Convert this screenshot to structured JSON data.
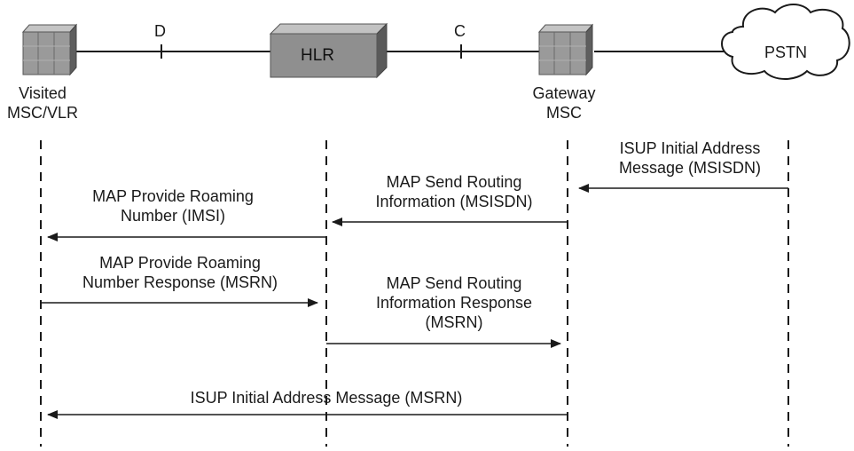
{
  "nodes": {
    "visited_msc": {
      "label_line1": "Visited",
      "label_line2": "MSC/VLR"
    },
    "hlr": {
      "label": "HLR"
    },
    "gateway_msc": {
      "label_line1": "Gateway",
      "label_line2": "MSC"
    },
    "pstn": {
      "label": "PSTN"
    }
  },
  "interfaces": {
    "d": "D",
    "c": "C"
  },
  "messages": {
    "m1": {
      "line1": "ISUP Initial Address",
      "line2": "Message (MSISDN)"
    },
    "m2": {
      "line1": "MAP Send Routing",
      "line2": "Information (MSISDN)"
    },
    "m3": {
      "line1": "MAP Provide Roaming",
      "line2": "Number (IMSI)"
    },
    "m4": {
      "line1": "MAP Provide Roaming",
      "line2": "Number Response (MSRN)"
    },
    "m5": {
      "line1": "MAP Send Routing",
      "line2": "Information Response",
      "line3": "(MSRN)"
    },
    "m6": {
      "line1": "ISUP Initial Address Message (MSRN)"
    }
  },
  "colors": {
    "line": "#1a1a1a",
    "box_front": "#8c8c8c",
    "box_top": "#bdbdbd",
    "box_side": "#5a5a5a"
  }
}
